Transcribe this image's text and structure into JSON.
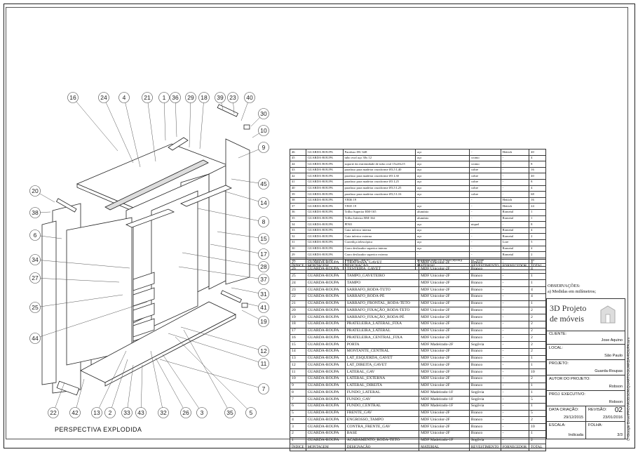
{
  "drawing": {
    "caption": "PERSPECTIVA EXPLODIDA",
    "callouts": [
      {
        "n": "16"
      },
      {
        "n": "24"
      },
      {
        "n": "4"
      },
      {
        "n": "21"
      },
      {
        "n": "1"
      },
      {
        "n": "36"
      },
      {
        "n": "29"
      },
      {
        "n": "18"
      },
      {
        "n": "39"
      },
      {
        "n": "23"
      },
      {
        "n": "40"
      },
      {
        "n": "30"
      },
      {
        "n": "10"
      },
      {
        "n": "9"
      },
      {
        "n": "45"
      },
      {
        "n": "14"
      },
      {
        "n": "8"
      },
      {
        "n": "15"
      },
      {
        "n": "17"
      },
      {
        "n": "28"
      },
      {
        "n": "37"
      },
      {
        "n": "31"
      },
      {
        "n": "41"
      },
      {
        "n": "19"
      },
      {
        "n": "12"
      },
      {
        "n": "11"
      },
      {
        "n": "7"
      },
      {
        "n": "20"
      },
      {
        "n": "38"
      },
      {
        "n": "6"
      },
      {
        "n": "34"
      },
      {
        "n": "27"
      },
      {
        "n": "25"
      },
      {
        "n": "44"
      },
      {
        "n": "22"
      },
      {
        "n": "42"
      },
      {
        "n": "13"
      },
      {
        "n": "2"
      },
      {
        "n": "33"
      },
      {
        "n": "43"
      },
      {
        "n": "32"
      },
      {
        "n": "26"
      },
      {
        "n": "3"
      },
      {
        "n": "35"
      },
      {
        "n": "5"
      }
    ]
  },
  "bom_top": {
    "header": [
      "ÍNDICE",
      "MONTAGEM",
      "DESIGNAÇÃO",
      "MATERIAL",
      "REVESTIMENTO",
      "FORNECEDOR",
      "TOTAL"
    ],
    "rows": [
      [
        "46",
        "GUARDA-ROUPA",
        "Parafuso DU 648",
        "aço",
        "-",
        "Hettich",
        "40"
      ],
      [
        "45",
        "GUARDA-ROUPA",
        "tubo oval aço 30x 12",
        "aço",
        "cromo",
        "-",
        "4"
      ],
      [
        "44",
        "GUARDA-ROUPA",
        "suporte da extremidade de tubo oval 15x20x15",
        "aço",
        "cromo",
        "-",
        "8"
      ],
      [
        "43",
        "GUARDA-ROUPA",
        "parafuso para madeira cruziforme Ø3,5 L40",
        "aço",
        "cobre",
        "-",
        "16"
      ],
      [
        "42",
        "GUARDA-ROUPA",
        "parafuso para madeira cruziforme Ø3 L30",
        "aço",
        "cobre",
        "-",
        "40"
      ],
      [
        "41",
        "GUARDA-ROUPA",
        "parafuso para madeira cruziforme Ø3 L25",
        "aço",
        "cobre",
        "-",
        "8"
      ],
      [
        "40",
        "GUARDA-ROUPA",
        "parafuso para madeira cruziforme Ø3,5 L25",
        "aço",
        "cobre",
        "-",
        "4"
      ],
      [
        "39",
        "GUARDA-ROUPA",
        "parafuso para madeira cruziforme Ø3,5 L16",
        "aço",
        "cobre",
        "-",
        "68"
      ],
      [
        "38",
        "GUARDA-ROUPA",
        "VB36 19",
        "-",
        "-",
        "Hettich",
        "16"
      ],
      [
        "37",
        "GUARDA-ROUPA",
        "VB35 19",
        "aço",
        "-",
        "Hettich",
        "24"
      ],
      [
        "36",
        "GUARDA-ROUPA",
        "Trilho Superior RM-165",
        "alumínio",
        "-",
        "Rometal",
        "1"
      ],
      [
        "35",
        "GUARDA-ROUPA",
        "Trilho Inferior RM-164",
        "alumínio",
        "-",
        "Rometal",
        "1"
      ],
      [
        "34",
        "GUARDA-ROUPA",
        "PINO",
        "aço",
        "niquel",
        "-",
        "8"
      ],
      [
        "33",
        "GUARDA-ROUPA",
        "Guia inferior interna",
        "aço",
        "-",
        "Rometal",
        "4"
      ],
      [
        "32",
        "GUARDA-ROUPA",
        "Guia inferior externa",
        "aço",
        "-",
        "Rometal",
        "2"
      ],
      [
        "31",
        "GUARDA-ROUPA",
        "Corrediça telescópica",
        "aço",
        "-",
        "Lore",
        "5"
      ],
      [
        "30",
        "GUARDA-ROUPA",
        "Carro deslizador superior interno",
        "aço",
        "-",
        "Rometal",
        "4"
      ],
      [
        "29",
        "GUARDA-ROUPA",
        "Carro deslizador superior externo",
        "-",
        "-",
        "Rometal",
        "2"
      ],
      [
        "28",
        "GUARDA-ROUPA",
        "Bucha M6 _ HK10",
        "poliamida (tipo 6-6 PA6/6 (nylon))",
        "01_White",
        "-",
        "40"
      ]
    ]
  },
  "bom_main": {
    "header": [
      "ÍNDICE",
      "MONTAGEM",
      "DESIGNAÇÃO",
      "MATERIAL",
      "REVESTIMENTO",
      "FORNECEDOR",
      "TOTAL"
    ],
    "rows": [
      [
        "27",
        "GUARDA-ROUPA",
        "TRAVESSA_GAVET",
        "MDF Unicolor-2F",
        "Branco",
        "-",
        "4"
      ],
      [
        "26",
        "GUARDA-ROUPA",
        "TESTEIRA_GAVET",
        "MDF Unicolor-2F",
        "Branco",
        "-",
        "4"
      ],
      [
        "25",
        "GUARDA-ROUPA",
        "TAMPO_GAVETEIRO",
        "MDF Unicolor-2F",
        "Branco",
        "-",
        "1"
      ],
      [
        "24",
        "GUARDA-ROUPA",
        "TAMPO",
        "MDF Unicolor-2F",
        "Branco",
        "-",
        "1"
      ],
      [
        "23",
        "GUARDA-ROUPA",
        "SARRAFO_RODA-TUTO",
        "MDF Unicolor-2F",
        "Branco",
        "-",
        "4"
      ],
      [
        "22",
        "GUARDA-ROUPA",
        "SARRAFO_RODA-PÉ",
        "MDF Unicolor-2F",
        "Branco",
        "-",
        "4"
      ],
      [
        "21",
        "GUARDA-ROUPA",
        "SARRAFO_FRONTAL_RODA-TETO",
        "MDF Unicolor-2F",
        "Branco",
        "-",
        "1"
      ],
      [
        "20",
        "GUARDA-ROUPA",
        "SARRAFO_FIXAÇÃO_RODA-TETO",
        "MDF Unicolor-2F",
        "Branco",
        "-",
        "2"
      ],
      [
        "19",
        "GUARDA-ROUPA",
        "SARRAFO_FIXAÇÃO_RODA-PÉ",
        "MDF Unicolor-2F",
        "Branco",
        "-",
        "2"
      ],
      [
        "18",
        "GUARDA-ROUPA",
        "PRATELEIRA_LATERAL_FIXA",
        "MDF Unicolor-2F",
        "Branco",
        "-",
        "2"
      ],
      [
        "17",
        "GUARDA-ROUPA",
        "PRATELEIRA_LATERAL",
        "MDF Unicolor-2F",
        "Branco",
        "-",
        "2"
      ],
      [
        "16",
        "GUARDA-ROUPA",
        "PRATELEIRA_CENTRAL_FIXA",
        "MDF Unicolor-2F",
        "Branco",
        "-",
        "2"
      ],
      [
        "15",
        "GUARDA-ROUPA",
        "PORTA",
        "MDF Madeirado-2F",
        "Sogôvia",
        "-",
        "2"
      ],
      [
        "14",
        "GUARDA-ROUPA",
        "MONTANTE_CENTRAL",
        "MDF Unicolor-2F",
        "Branco",
        "-",
        "2"
      ],
      [
        "13",
        "GUARDA-ROUPA",
        "LAT_ESQUERDA_GAVET",
        "MDF Unicolor-2F",
        "Branco",
        "-",
        "1"
      ],
      [
        "12",
        "GUARDA-ROUPA",
        "LAT_DIREITA_GAVET",
        "MDF Unicolor-2F",
        "Branco",
        "-",
        "1"
      ],
      [
        "11",
        "GUARDA-ROUPA",
        "LATERAL_GAV",
        "MDF Unicolor-2F",
        "Branco",
        "-",
        "10"
      ],
      [
        "10",
        "GUARDA-ROUPA",
        "LATERAL_EXTERNA",
        "MDF Unicolor-2F",
        "Branco",
        "-",
        "2"
      ],
      [
        "9",
        "GUARDA-ROUPA",
        "LATERAL_DIREITA",
        "MDF Unicolor-2F",
        "Branco",
        "-",
        "1"
      ],
      [
        "8",
        "GUARDA-ROUPA",
        "FUNDO_LATERAL",
        "MDF Madeirado-1F",
        "Sogôvia",
        "-",
        "1"
      ],
      [
        "7",
        "GUARDA-ROUPA",
        "FUNDO_GAV",
        "MDF Madeirado-1F",
        "Sogôvia",
        "-",
        "5"
      ],
      [
        "6",
        "GUARDA-ROUPA",
        "FUNDO_CENTRAL",
        "MDF Madeirado-1F",
        "Sogôvia",
        "-",
        "1"
      ],
      [
        "5",
        "GUARDA-ROUPA",
        "FRENTE_GAV",
        "MDF Unicolor-2F",
        "Branco",
        "-",
        "5"
      ],
      [
        "4",
        "GUARDA-ROUPA",
        "ENGROSSO_TAMPO",
        "MDF Unicolor-2F",
        "Branco",
        "-",
        "2"
      ],
      [
        "3",
        "GUARDA-ROUPA",
        "CONTRA_FRENTE_GAV",
        "MDF Unicolor-2F",
        "Branco",
        "-",
        "10"
      ],
      [
        "2",
        "GUARDA-ROUPA",
        "BASE",
        "MDF Unicolor-2F",
        "Branco",
        "-",
        "1"
      ],
      [
        "1",
        "GUARDA-ROUPA",
        "ACABAMENTO_RODA-TETO",
        "MDF Madeirado-1F",
        "Sogôvia",
        "-",
        "2"
      ]
    ]
  },
  "notes": {
    "title": "OBSERVAÇÕES:",
    "line1": "a) Medidas em milímetros;"
  },
  "title_block": {
    "company_line1": "3D Projeto",
    "company_line2": "de móveis",
    "cliente_label": "CLIENTE:",
    "cliente": "Jose Aquino",
    "local_label": "LOCAL:",
    "local": "São Paulo",
    "projeto_label": "PROJETO:",
    "projeto": "Guarda-Roupas",
    "autor_label": "AUTOR DO PROJETO:",
    "autor": "Robson",
    "proj_exec_label": "PROJ. EXECUTIVO:",
    "proj_exec": "Robson",
    "data_criacao_label": "DATA CRIAÇÃO:",
    "data_criacao": "29/12/2015",
    "revisao_label": "REVISÃO:",
    "revisao": "02",
    "revisao_date": "23/01/2016",
    "escala_label": "ESCALA:",
    "escala": "Indicada",
    "folha_label": "FOLHA:",
    "folha": "3/3",
    "file_path": "C:\\Google Drive\\PROJ\\ROBSON\\QUARTO\\GUARDA-ROUPA.iam"
  },
  "colors": {
    "line": "#333333",
    "background": "#ffffff"
  }
}
